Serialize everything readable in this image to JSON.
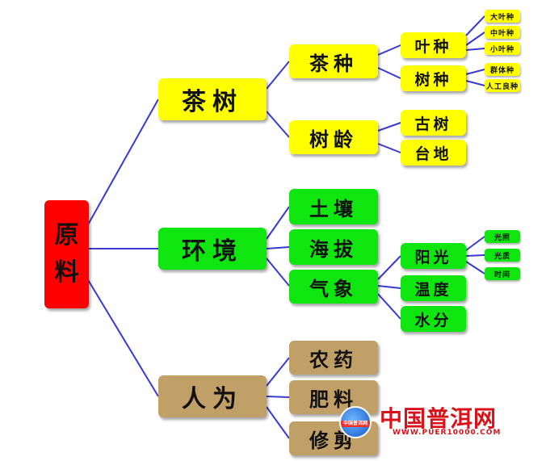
{
  "root": {
    "char1": "原",
    "char2": "料"
  },
  "tea_tree": {
    "label": "茶树",
    "variety": {
      "label": "茶种",
      "leaf": {
        "label": "叶种",
        "items": [
          "大叶种",
          "中叶种",
          "小叶种"
        ]
      },
      "tree_type": {
        "label": "树种",
        "items": [
          "群体种",
          "人工良种"
        ]
      }
    },
    "age": {
      "label": "树龄",
      "items": [
        "古树",
        "台地"
      ]
    }
  },
  "environment": {
    "label": "环境",
    "soil": "土壤",
    "altitude": "海拔",
    "climate": {
      "label": "气象",
      "sun": {
        "label": "阳光",
        "items": [
          "光照",
          "光质",
          "时间"
        ]
      },
      "temperature": "温度",
      "moisture": "水分"
    }
  },
  "human": {
    "label": "人为",
    "items": [
      "农药",
      "肥料",
      "修剪"
    ]
  },
  "watermark": {
    "title": "中国普洱网",
    "url": "WWW.PUER10000.COM",
    "logo_band": "中国普洱网"
  },
  "colors": {
    "red": "#ff0000",
    "yellow": "#ffff00",
    "green": "#0fe60f",
    "tan": "#c1a068",
    "line": "#3a3ad0"
  }
}
